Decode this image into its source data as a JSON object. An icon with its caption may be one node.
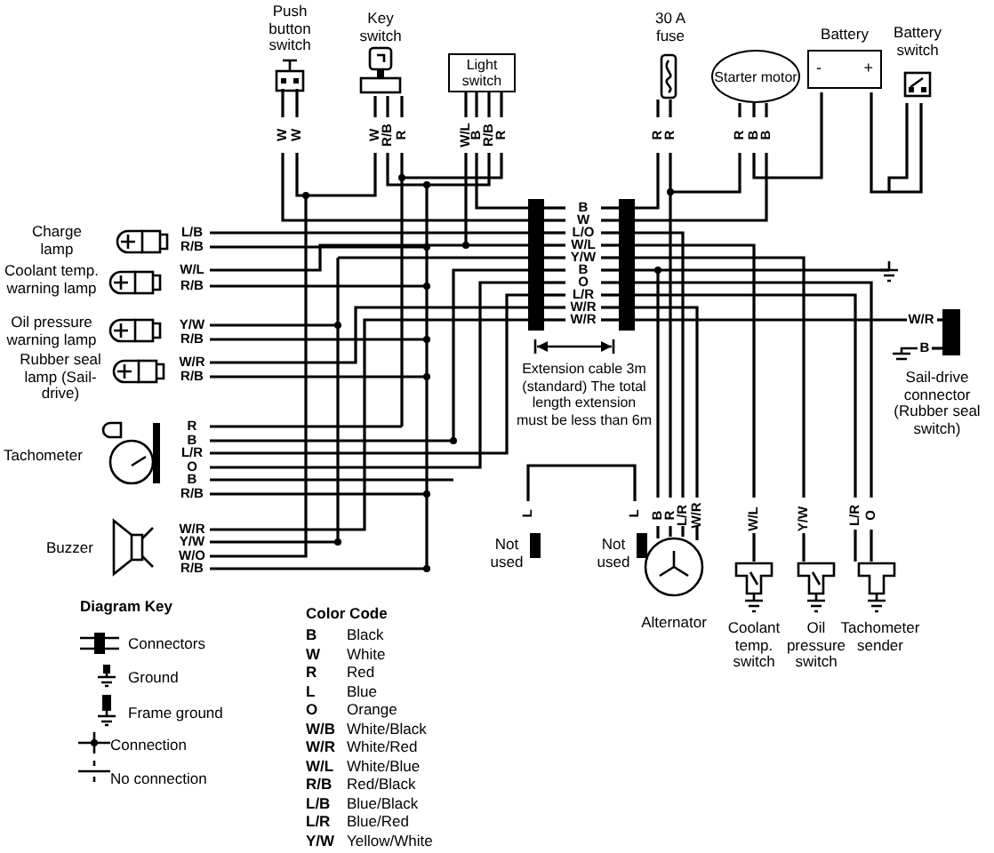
{
  "diagram": {
    "nodes": [
      {
        "text": [
          "Push button switch"
        ]
      },
      {
        "text": [
          "Key switch"
        ]
      },
      {
        "text": [
          "Light switch"
        ]
      },
      {
        "text": [
          "30 A fuse"
        ]
      },
      {
        "text": [
          "Starter motor"
        ]
      },
      {
        "text": [
          "Battery",
          "-",
          "+"
        ]
      },
      {
        "text": [
          "Battery switch"
        ]
      },
      {
        "text": [
          "Charge lamp"
        ]
      },
      {
        "text": [
          "Coolant temp. warning lamp"
        ]
      },
      {
        "text": [
          "Oil pressure warning lamp"
        ]
      },
      {
        "text": [
          "Rubber seal lamp (Sail-drive)"
        ]
      },
      {
        "text": [
          "Tachometer"
        ]
      },
      {
        "text": [
          "Buzzer"
        ]
      },
      {
        "text": [
          "Sail-drive connector (Rubber seal switch)"
        ]
      },
      {
        "text": [
          "Not used"
        ]
      },
      {
        "text": [
          "Not used"
        ]
      },
      {
        "text": [
          "Alternator"
        ]
      },
      {
        "text": [
          "Coolant temp. switch"
        ]
      },
      {
        "text": [
          "Oil pressure switch"
        ]
      },
      {
        "text": [
          "Tachometer sender"
        ]
      }
    ],
    "labels": [
      "W",
      "W",
      "W",
      "R/B",
      "R",
      "W/L",
      "B",
      "R/B",
      "R",
      "R",
      "R",
      "R",
      "B",
      "B",
      "L/B",
      "R/B",
      "W/L",
      "R/B",
      "Y/W",
      "R/B",
      "W/R",
      "R/B",
      "B",
      "W",
      "L/O",
      "W/L",
      "Y/W",
      "B",
      "O",
      "L/R",
      "W/R",
      "W/R",
      "Extension cable 3m (standard) The total length extension must be less than 6m",
      "W/R",
      "B",
      "R",
      "B",
      "L/R",
      "O",
      "B",
      "R/B",
      "W/R",
      "Y/W",
      "W/O",
      "R/B",
      "L",
      "L",
      "B",
      "R",
      "L/R",
      "W/R",
      "W/L",
      "Y/W",
      "L/R",
      "O",
      "Diagram Key",
      "Connectors",
      "Ground",
      "Frame ground",
      "Connection",
      "No connection",
      "Color Code",
      "B",
      "Black",
      "W",
      "White",
      "R",
      "Red",
      "L",
      "Blue",
      "O",
      "Orange",
      "W/B",
      "White/Black",
      "W/R",
      "White/Red",
      "W/L",
      "White/Blue",
      "R/B",
      "Red/Black",
      "L/B",
      "Blue/Black",
      "L/R",
      "Blue/Red",
      "Y/W",
      "Yellow/White"
    ]
  }
}
